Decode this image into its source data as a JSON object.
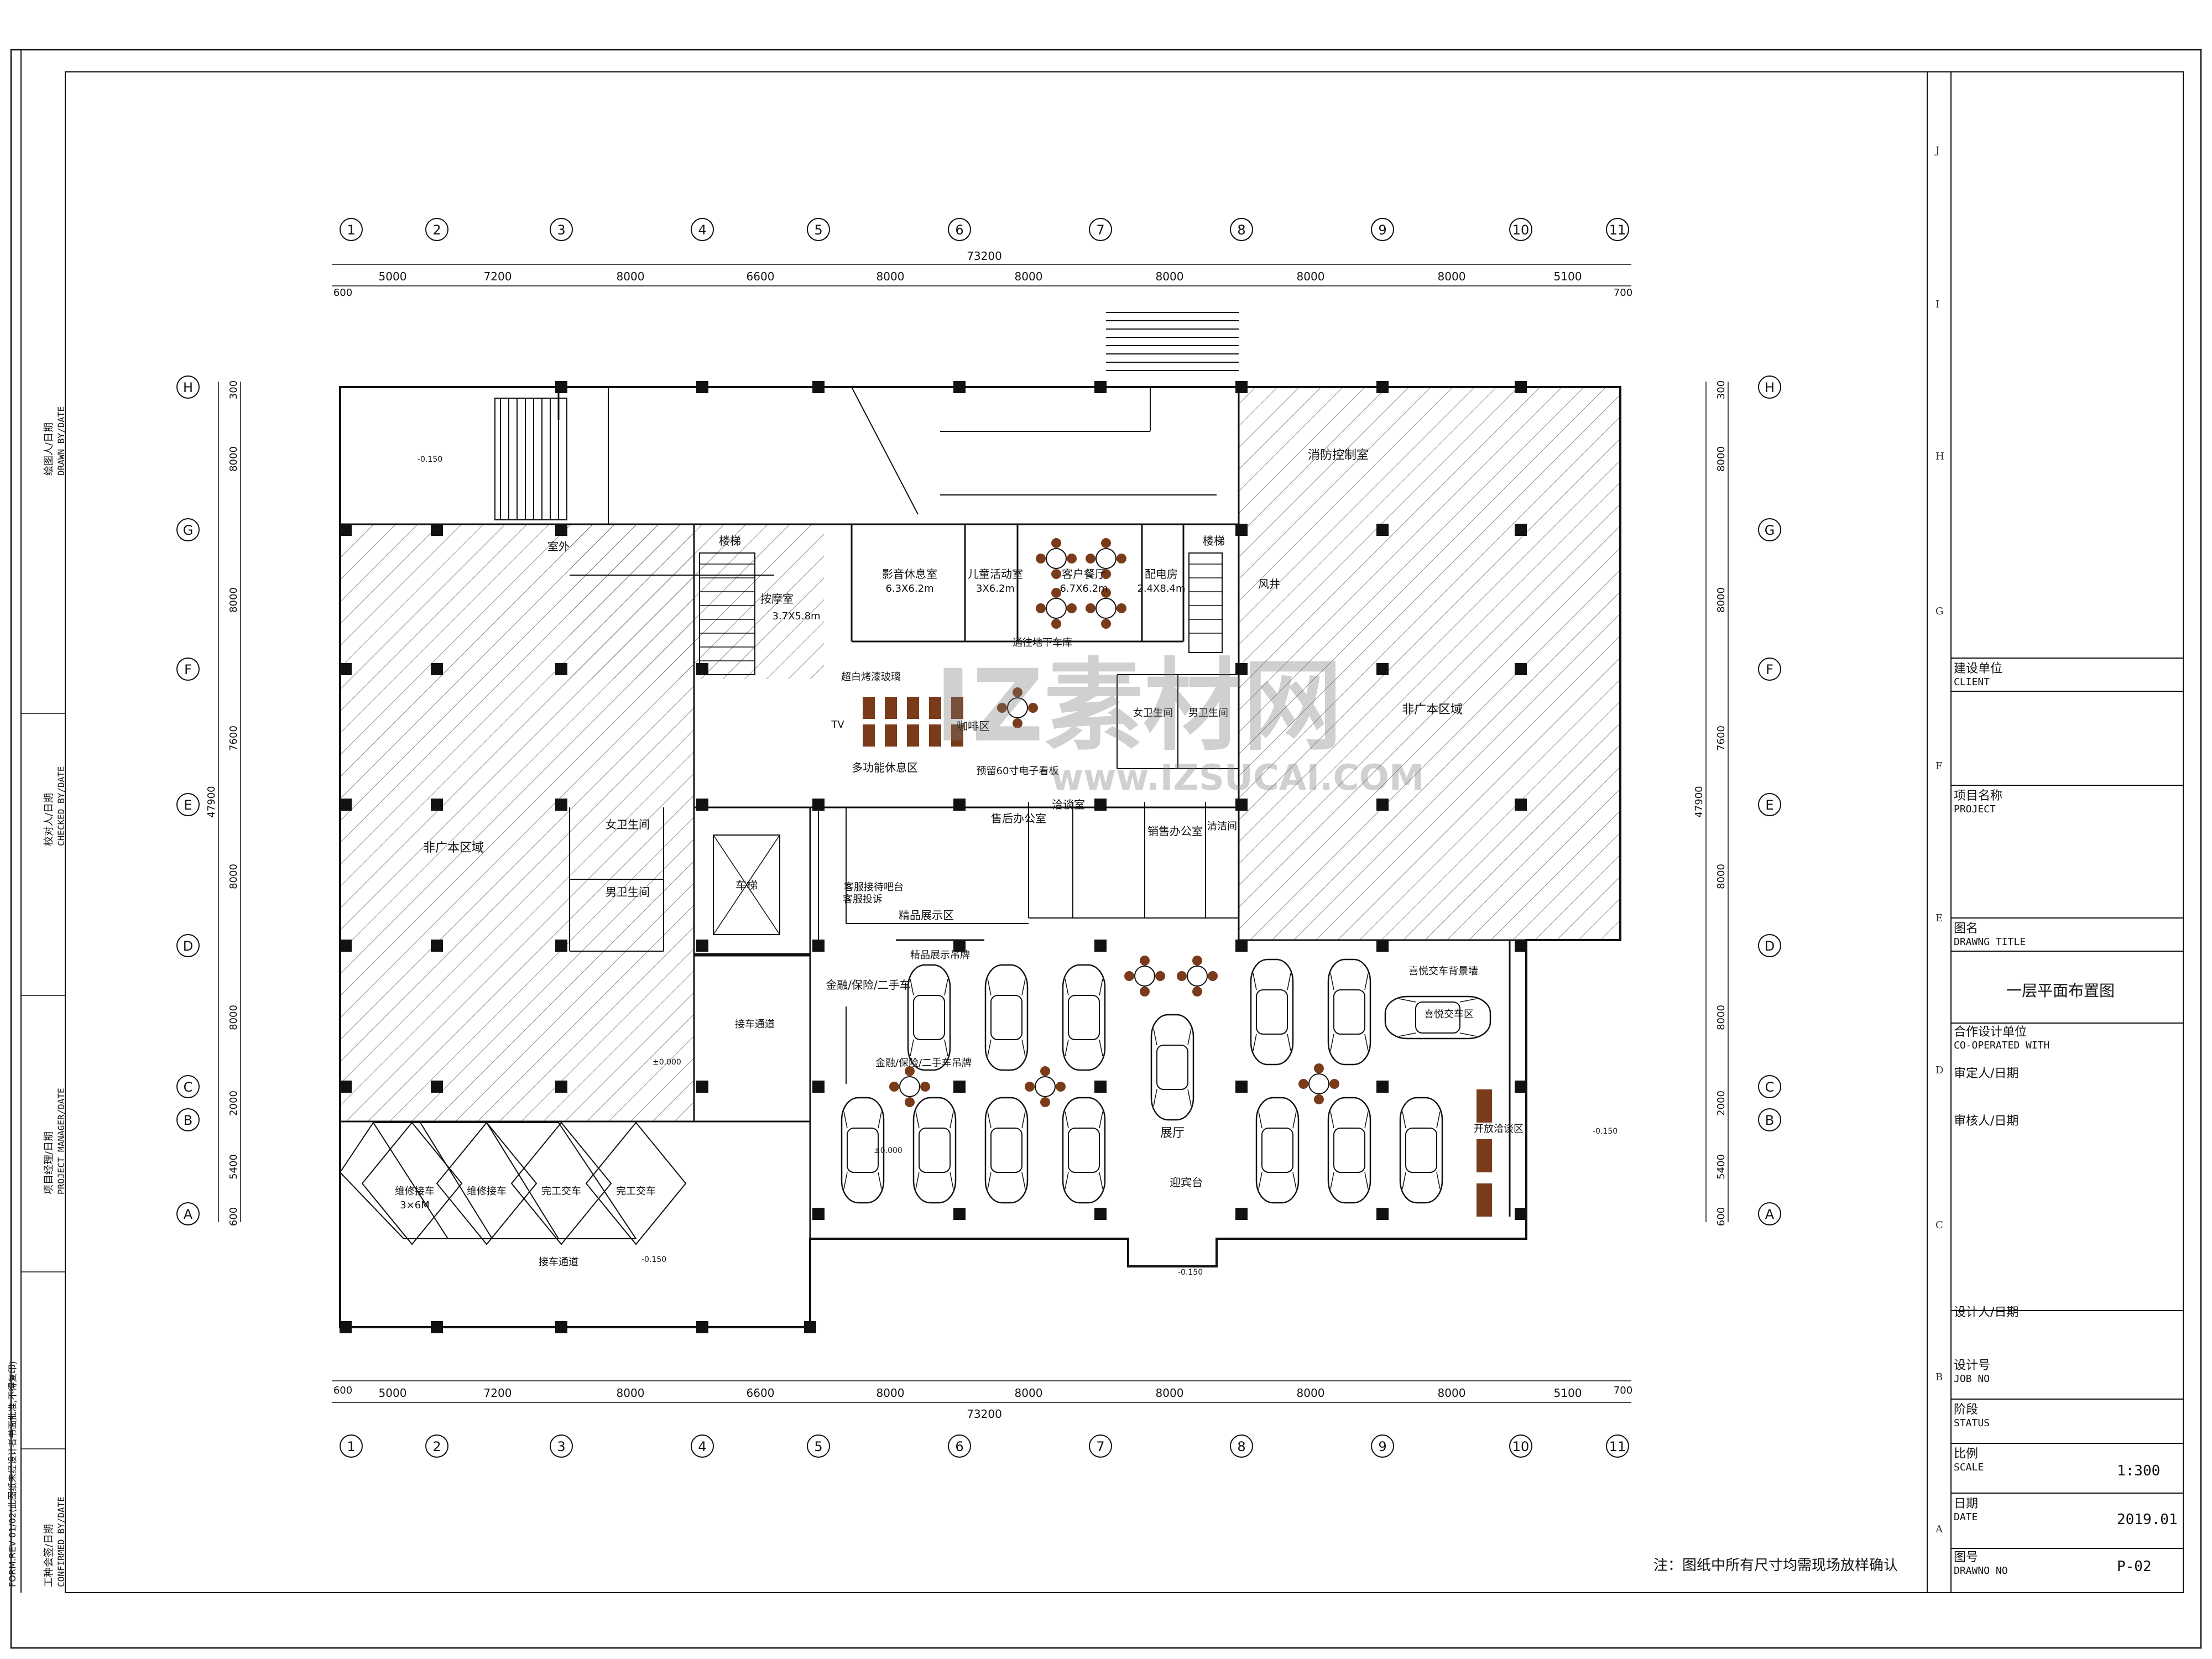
{
  "title_block": {
    "client_cn": "建设单位",
    "client_en": "CLIENT",
    "project_cn": "项目名称",
    "project_en": "PROJECT",
    "drawing_title_cn": "图名",
    "drawing_title_en": "DRAWNG TITLE",
    "drawing_title_value": "一层平面布置图",
    "cooperated_cn": "合作设计单位",
    "cooperated_en": "CO-OPERATED WITH",
    "approved_by": "审定人/日期",
    "reviewed_by": "审核人/日期",
    "designer": "设计人/日期",
    "job_no_cn": "设计号",
    "job_no_en": "JOB NO",
    "status_cn": "阶段",
    "status_en": "STATUS",
    "scale_cn": "比例",
    "scale_en": "SCALE",
    "scale_value": "1:300",
    "date_cn": "日期",
    "date_en": "DATE",
    "date_value": "2019.01",
    "drawing_no_cn": "图号",
    "drawing_no_en": "DRAWNO NO",
    "drawing_no_value": "P-02"
  },
  "revision_letters": [
    "J",
    "I",
    "H",
    "G",
    "F",
    "E",
    "D",
    "C",
    "B",
    "A"
  ],
  "left_strip": {
    "drawn_by_cn": "绘图人/日期",
    "drawn_by_en": "DRAWN BY/DATE",
    "checked_by_cn": "校对人/日期",
    "checked_by_en": "CHECKED BY/DATE",
    "pm_cn": "项目经理/日期",
    "pm_en": "PROJECT MANAGER/DATE",
    "confirmed_cn": "工种会签/日期",
    "confirmed_en": "CONFIRMED BY/DATE",
    "form_rev": "FORM.REV 01/02(此图纸未经设计者书面批准,不得复印)"
  },
  "note": "注：图纸中所有尺寸均需现场放样确认",
  "watermark": {
    "main": "IZ素材网",
    "sub": "www.IZSUCAI.COM"
  },
  "grid": {
    "columns": [
      "1",
      "2",
      "3",
      "4",
      "5",
      "6",
      "7",
      "8",
      "9",
      "10",
      "11"
    ],
    "rows": [
      "H",
      "G",
      "F",
      "E",
      "D",
      "C",
      "B",
      "A"
    ],
    "column_spacings": [
      "5000",
      "7200",
      "8000",
      "6600",
      "8000",
      "8000",
      "8000",
      "8000",
      "8000",
      "5100"
    ],
    "total_width": "73200",
    "end_offsets": [
      "600",
      "700"
    ],
    "row_spacings": [
      "300",
      "8000",
      "8000",
      "7600",
      "8000",
      "8000",
      "2000",
      "5400",
      "600"
    ],
    "total_depth": "47900"
  },
  "rooms": [
    {
      "label": "非广本区域"
    },
    {
      "label": "非广本区域"
    },
    {
      "label": "消防控制室"
    },
    {
      "label": "室外"
    },
    {
      "label": "楼梯"
    },
    {
      "label": "楼梯"
    },
    {
      "label": "按摩室"
    },
    {
      "label": "3.7X5.8m"
    },
    {
      "label": "影音休息室"
    },
    {
      "label": "6.3X6.2m"
    },
    {
      "label": "儿童活动室"
    },
    {
      "label": "3X6.2m"
    },
    {
      "label": "客户餐厅"
    },
    {
      "label": "6.7X6.2m"
    },
    {
      "label": "配电房"
    },
    {
      "label": "2.4X8.4m"
    },
    {
      "label": "风井"
    },
    {
      "label": "通往地下车库"
    },
    {
      "label": "超白烤漆玻璃"
    },
    {
      "label": "咖啡区"
    },
    {
      "label": "多功能休息区"
    },
    {
      "label": "预留60寸电子看板"
    },
    {
      "label": "女卫生间"
    },
    {
      "label": "男卫生间"
    },
    {
      "label": "女卫生间"
    },
    {
      "label": "男卫生间"
    },
    {
      "label": "车梯"
    },
    {
      "label": "售后办公室"
    },
    {
      "label": "洽谈室"
    },
    {
      "label": "销售办公室"
    },
    {
      "label": "清洁间"
    },
    {
      "label": "客服接待吧台"
    },
    {
      "label": "客服投诉"
    },
    {
      "label": "精品展示区"
    },
    {
      "label": "精品展示吊牌"
    },
    {
      "label": "维修接车"
    },
    {
      "label": "维修接车"
    },
    {
      "label": "完工交车"
    },
    {
      "label": "完工交车"
    },
    {
      "label": "3×6M"
    },
    {
      "label": "接车通道"
    },
    {
      "label": "接车通道"
    },
    {
      "label": "金融/保险/二手车"
    },
    {
      "label": "金融/保险/二手车吊牌"
    },
    {
      "label": "展厅"
    },
    {
      "label": "迎宾台"
    },
    {
      "label": "喜悦交车背景墙"
    },
    {
      "label": "喜悦交车区"
    },
    {
      "label": "开放洽谈区"
    },
    {
      "label": "TV"
    }
  ],
  "levels": [
    "-0.150",
    "±0.000"
  ]
}
